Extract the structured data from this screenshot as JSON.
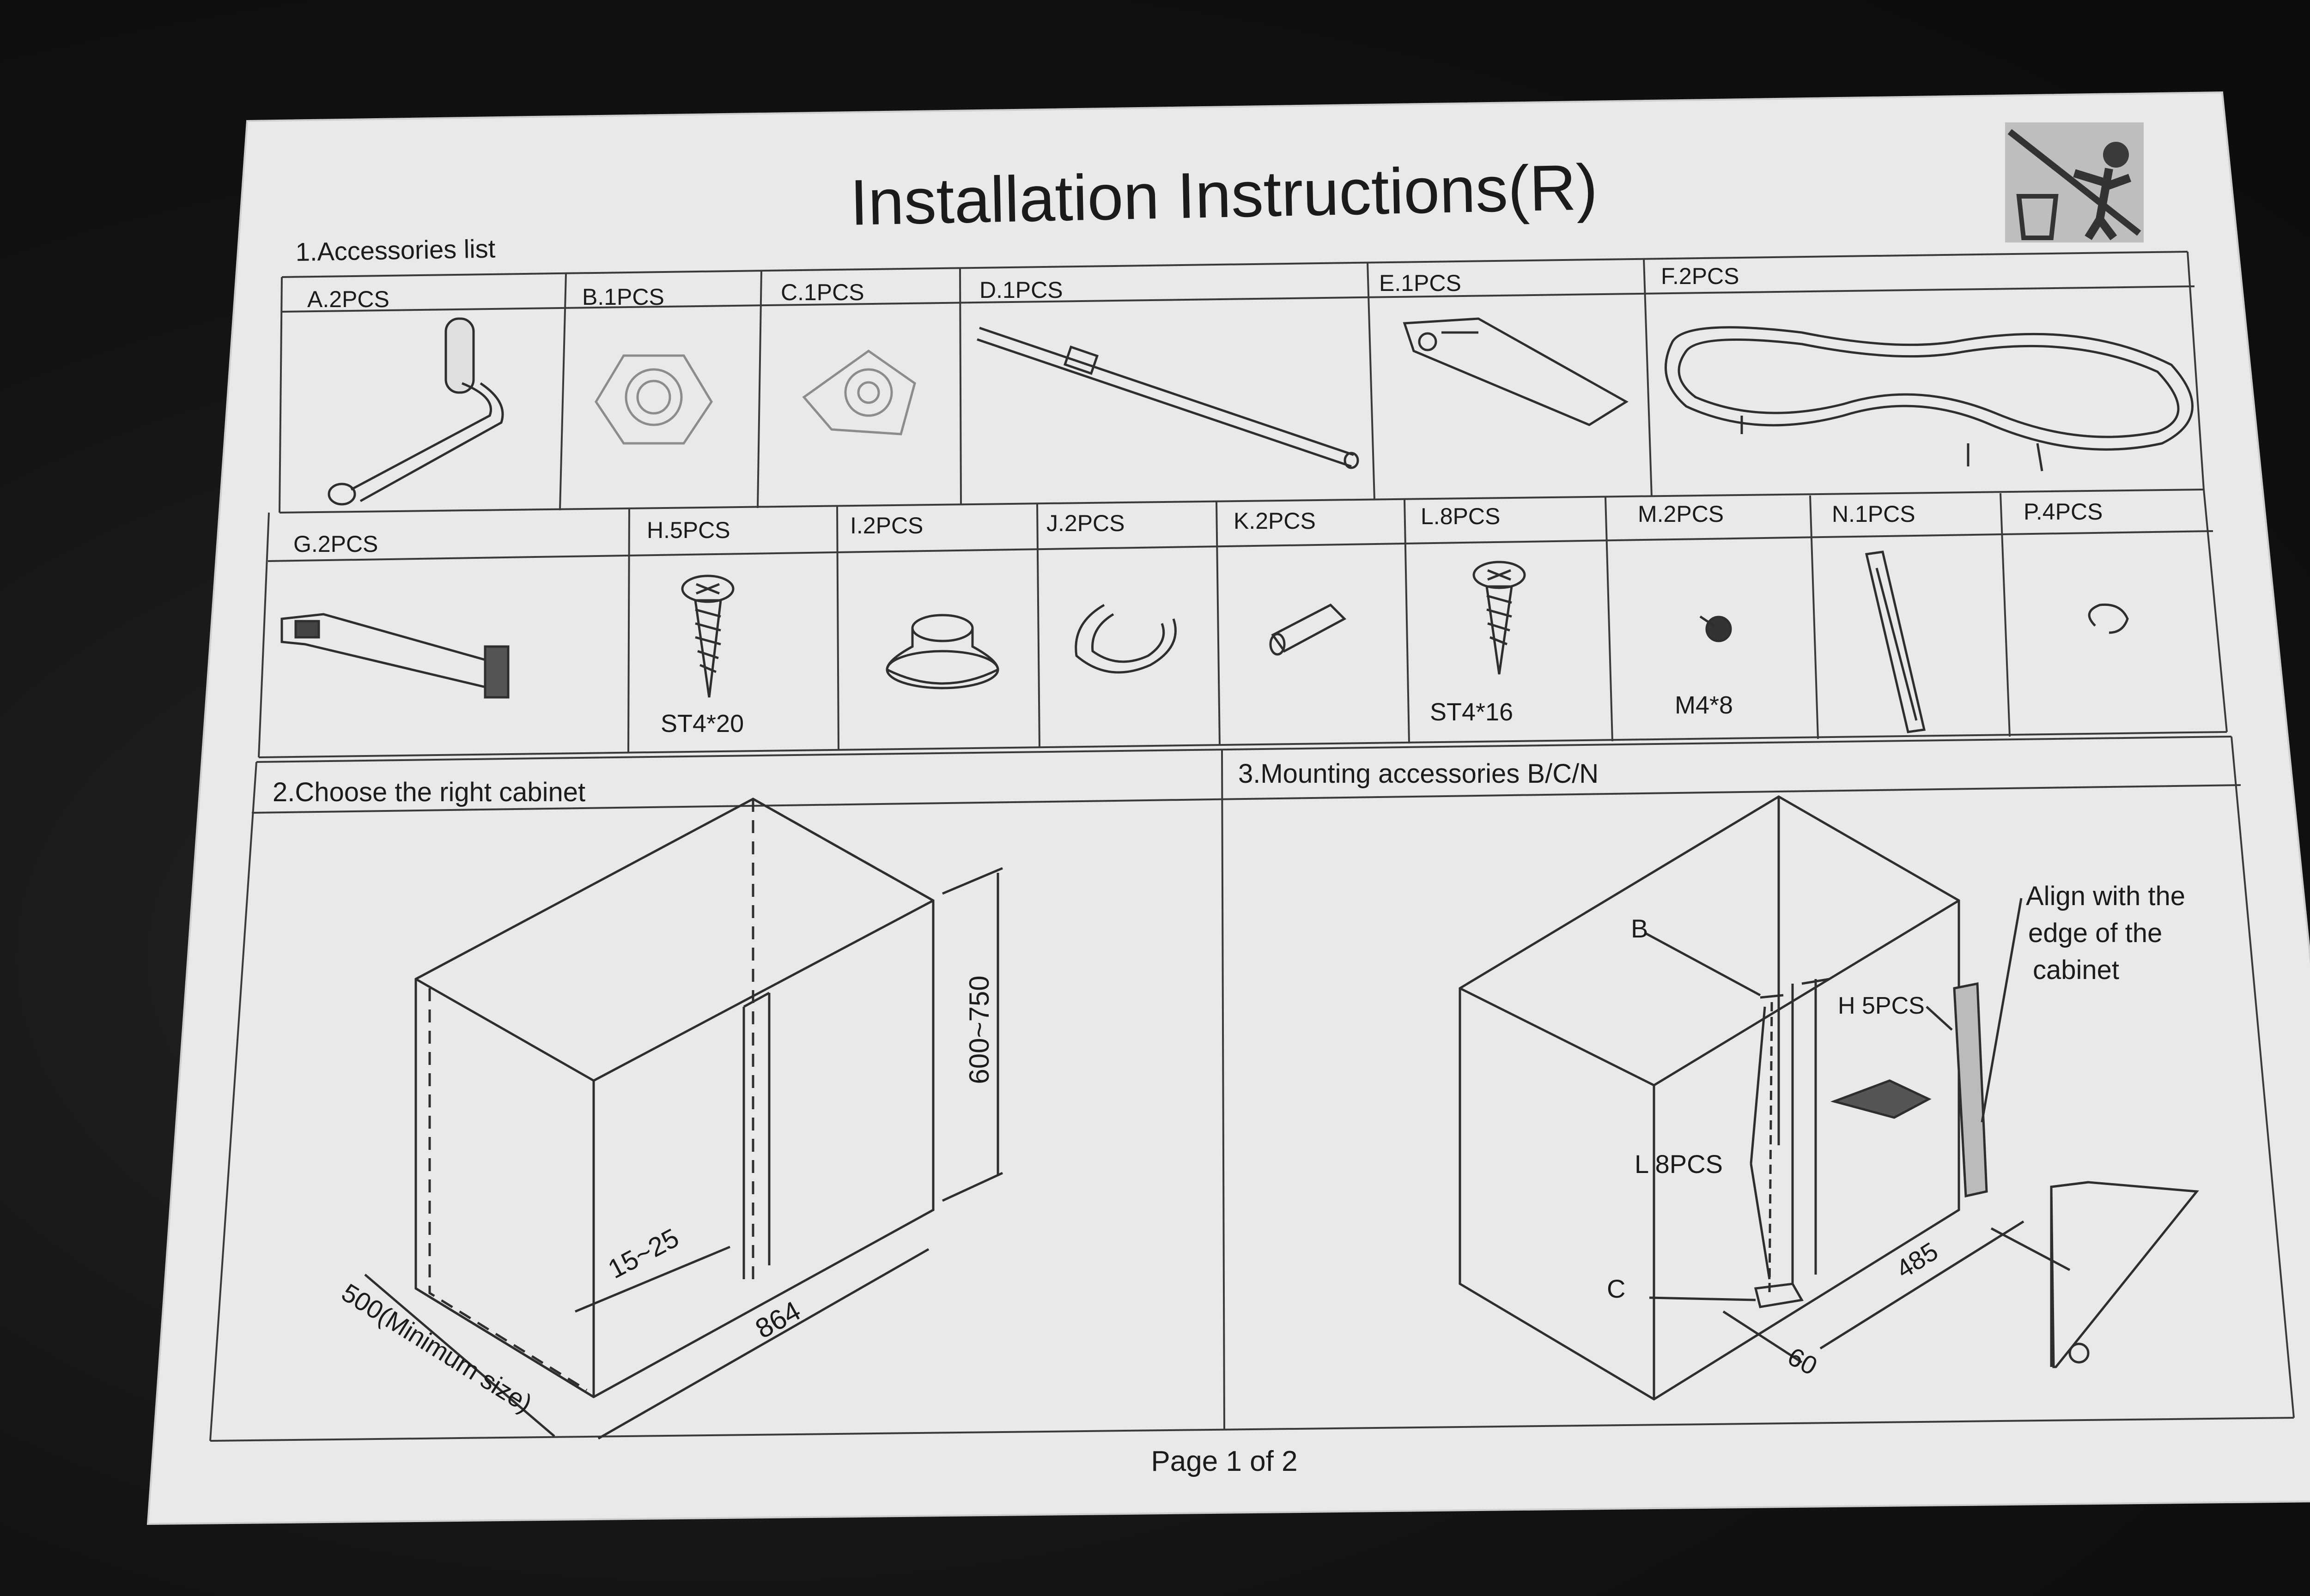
{
  "title": "Installation Instructions(R)",
  "recycle_icon": "no-littering-icon",
  "sections": {
    "accessories": "1.Accessories list",
    "cabinet": "2.Choose the right cabinet",
    "mounting": "3.Mounting accessories B/C/N"
  },
  "row1": [
    {
      "label": "A.2PCS",
      "icon": "crank-handle-icon"
    },
    {
      "label": "B.1PCS",
      "icon": "round-bracket-icon"
    },
    {
      "label": "C.1PCS",
      "icon": "base-bracket-icon"
    },
    {
      "label": "D.1PCS",
      "icon": "pole-icon"
    },
    {
      "label": "E.1PCS",
      "icon": "template-plate-icon"
    },
    {
      "label": "F.2PCS",
      "icon": "kidney-tray-icon"
    }
  ],
  "row2": [
    {
      "label": "G.2PCS",
      "icon": "arm-bracket-icon",
      "caption": ""
    },
    {
      "label": "H.5PCS",
      "icon": "screw-icon",
      "caption": "ST4*20"
    },
    {
      "label": "I.2PCS",
      "icon": "bushing-icon",
      "caption": ""
    },
    {
      "label": "J.2PCS",
      "icon": "clip-ring-icon",
      "caption": ""
    },
    {
      "label": "K.2PCS",
      "icon": "pin-icon",
      "caption": ""
    },
    {
      "label": "L.8PCS",
      "icon": "screw-icon",
      "caption": "ST4*16"
    },
    {
      "label": "M.2PCS",
      "icon": "small-screw-icon",
      "caption": "M4*8"
    },
    {
      "label": "N.1PCS",
      "icon": "rail-icon",
      "caption": ""
    },
    {
      "label": "P.4PCS",
      "icon": "c-clip-icon",
      "caption": ""
    }
  ],
  "cabinet_dims": {
    "height": "600~750",
    "gap": "15~25",
    "width": "864",
    "depth": "500(Minimum size)"
  },
  "mounting_labels": {
    "b": "B",
    "c": "C",
    "h": "H 5PCS",
    "l": "L 8PCS",
    "d485": "485",
    "d60": "60",
    "align": [
      "Align with the",
      "edge of the",
      "cabinet"
    ]
  },
  "footer": "Page 1 of 2"
}
